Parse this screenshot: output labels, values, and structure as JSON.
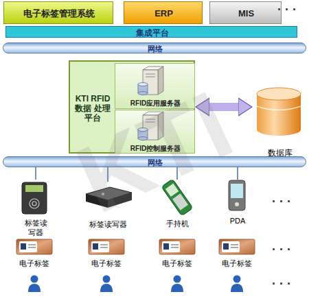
{
  "diagram": {
    "nodes": [
      {
        "text": [
          "电子标签管理系统"
        ]
      },
      {
        "text": [
          "ERP"
        ]
      },
      {
        "text": [
          "MIS"
        ]
      },
      {
        "text": [
          "集成平台"
        ]
      },
      {
        "text": [
          "网络"
        ]
      },
      {
        "text": [
          "KTI RFID 数据 处理平台"
        ]
      },
      {
        "text": [
          "RFID应用服务器"
        ],
        "in": 5
      },
      {
        "text": [
          "RFID控制服务器"
        ],
        "in": 5
      },
      {
        "text": [
          "数据库"
        ]
      },
      {
        "text": [
          "网络"
        ]
      },
      {
        "text": [
          "标签读 写器"
        ]
      },
      {
        "text": [
          "标签读写器"
        ]
      },
      {
        "text": [
          "手持机"
        ]
      },
      {
        "text": [
          "PDA"
        ]
      },
      {
        "text": [
          "电子标签"
        ]
      },
      {
        "text": [
          "电子标签"
        ]
      },
      {
        "text": [
          "电子标签"
        ]
      },
      {
        "text": [
          "电子标签"
        ]
      }
    ],
    "edges": [
      {
        "from": 5,
        "to": 8,
        "arrow": "both"
      },
      {
        "from": 9,
        "to": 10,
        "arrow": "none"
      },
      {
        "from": 9,
        "to": 11,
        "arrow": "none"
      },
      {
        "from": 9,
        "to": 12,
        "arrow": "none"
      },
      {
        "from": 9,
        "to": 13,
        "arrow": "none"
      }
    ],
    "labels": [
      "· · ·",
      "· · ·",
      "· · ·",
      "· · ·",
      "KTI"
    ]
  }
}
